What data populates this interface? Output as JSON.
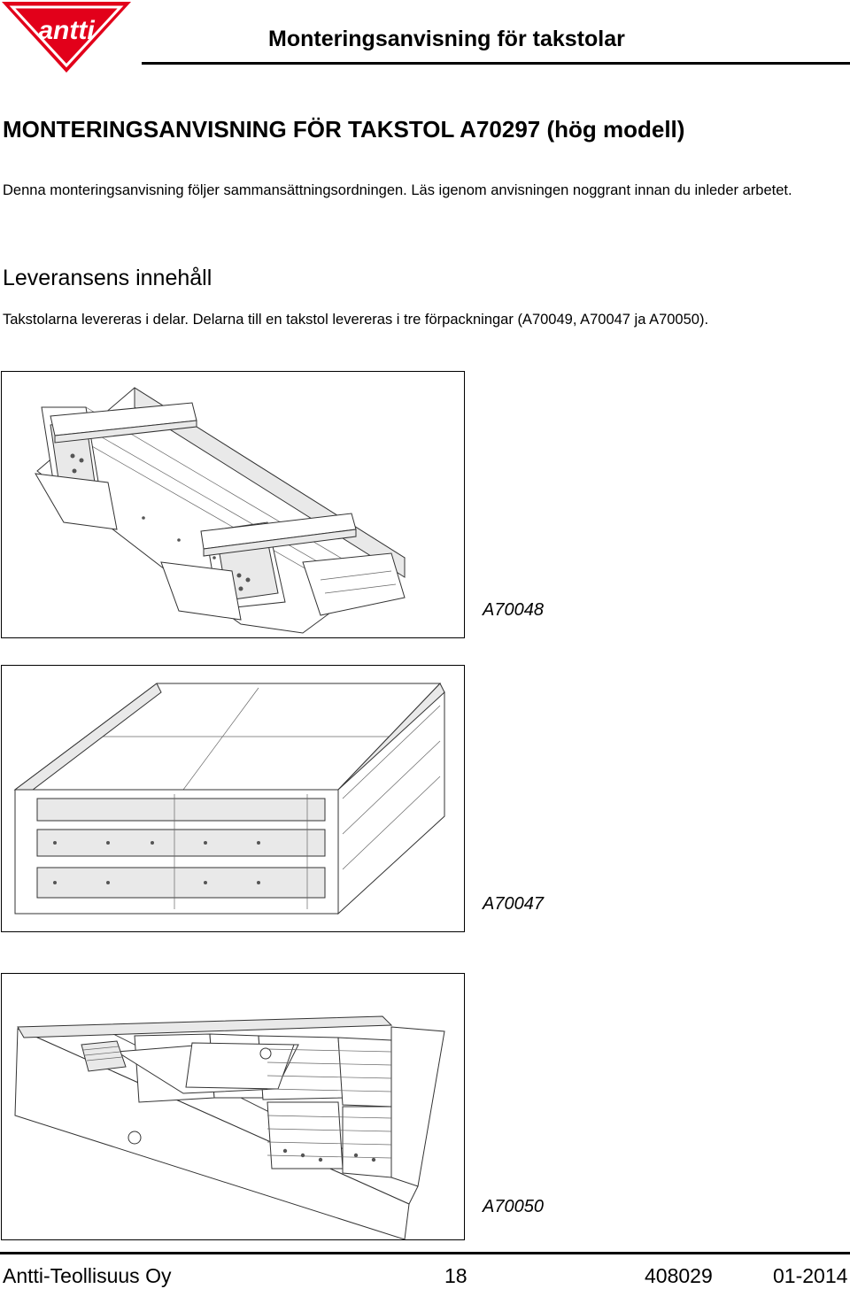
{
  "header": {
    "title": "Monteringsanvisning för takstolar",
    "brand_color": "#e2001a",
    "logo_text": "antti"
  },
  "document": {
    "title": "MONTERINGSANVISNING FÖR TAKSTOL A70297 (hög modell)",
    "intro": "Denna monteringsanvisning följer sammansättningsordningen. Läs igenom anvisningen noggrant innan du inleder arbetet."
  },
  "section": {
    "heading": "Leveransens innehåll",
    "body": "Takstolarna levereras i delar. Delarna till en takstol levereras i tre förpackningar (A70049, A70047 ja A70050)."
  },
  "figures": [
    {
      "label": "A70048",
      "icon": "truss-frame-drawing"
    },
    {
      "label": "A70047",
      "icon": "panel-stack-drawing"
    },
    {
      "label": "A70050",
      "icon": "box-beam-drawing"
    }
  ],
  "footer": {
    "company": "Antti-Teollisuus Oy",
    "page": "18",
    "doc_number": "408029",
    "date": "01-2014"
  }
}
